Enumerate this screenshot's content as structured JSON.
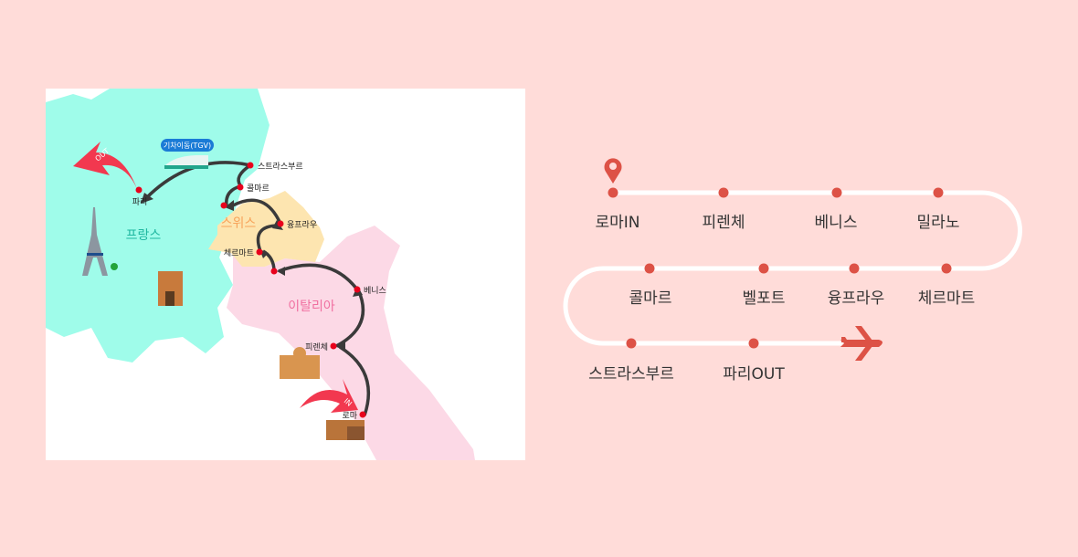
{
  "map": {
    "countries": {
      "france": "프랑스",
      "swiss": "스위스",
      "italy": "이탈리아"
    },
    "badge": "기차이동(TGV)",
    "arrow_out": "OUT",
    "arrow_in": "IN",
    "cities": {
      "paris": "파리",
      "strasbourg": "스트라스부르",
      "colmar": "콜마르",
      "jungfrau": "융프라우",
      "zermatt": "체르마트",
      "venice": "베니스",
      "florence": "피렌체",
      "rome": "로마"
    },
    "colors": {
      "france": "#9ffcea",
      "swiss": "#fde5b0",
      "italy": "#fcd9e6",
      "dot": "#e8001c",
      "arrow_red": "#f2384f"
    }
  },
  "route": {
    "stops": [
      "로마IN",
      "피렌체",
      "베니스",
      "밀라노",
      "콜마르",
      "벨포트",
      "융프라우",
      "체르마트",
      "스트라스부르",
      "파리OUT"
    ],
    "colors": {
      "accent": "#dd5246",
      "line": "#ffffff"
    }
  }
}
